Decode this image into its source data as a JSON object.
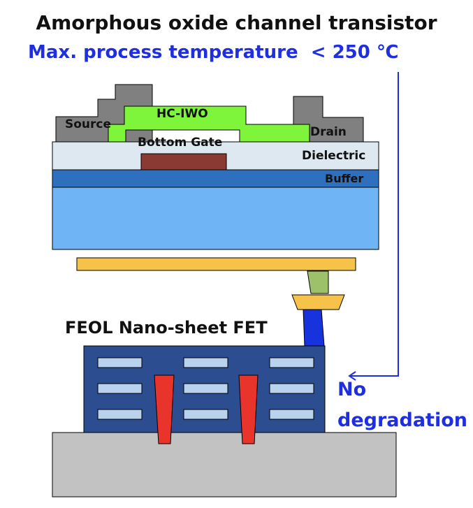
{
  "title": "Amorphous oxide channel transistor",
  "subtitle": "Max. process temperature  < 250 ℃",
  "layers": {
    "source": "Source",
    "channel": "HC-IWO",
    "drain": "Drain",
    "gate": "Bottom Gate",
    "dielectric": "Dielectric",
    "buffer": "Buffer"
  },
  "feol_label": "FEOL Nano-sheet FET",
  "result": {
    "line1": "No",
    "line2": "degradation"
  },
  "colors": {
    "title_text": "#111111",
    "accent_blue": "#1f2fe0",
    "channel": "#7ef53b",
    "source_drain": "#808080",
    "gate": "#8b3a33",
    "dielectric": "#dde8f0",
    "buffer": "#2e6fbe",
    "substrate": "#6fb4f4",
    "metal": "#f6c24a",
    "via": "#9dc16b",
    "contact": "#1733dd",
    "feol_body": "#2d4d91",
    "nanosheet": "#b9d3ef",
    "feol_gate": "#e8342a",
    "base": "#c2c2c2"
  }
}
